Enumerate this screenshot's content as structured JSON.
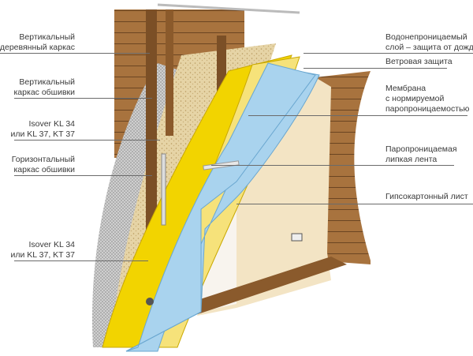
{
  "left_labels": [
    {
      "line1": "Вертикальный",
      "line2": "деревянный каркас"
    },
    {
      "line1": "Вертикальный",
      "line2": "каркас обшивки"
    },
    {
      "line1": "Isover KL 34",
      "line2": "или KL 37, KT 37"
    },
    {
      "line1": "Горизонтальный",
      "line2": "каркас обшивки"
    },
    {
      "line1": "Isover KL 34",
      "line2": "или KL 37, KT 37"
    }
  ],
  "right_labels": [
    {
      "line1": "Водонепроницаемый",
      "line2": "слой – защита от дождя"
    },
    {
      "line1": "Ветровая защита"
    },
    {
      "line1": "Мембрана",
      "line2": "с нормируемой",
      "line3": "паропроницаемостью"
    },
    {
      "line1": "Паропроницаемая",
      "line2": "липкая лента"
    },
    {
      "line1": "Гипсокартонный лист"
    }
  ],
  "colors": {
    "wood": "#9a6a3a",
    "insulation": "#f2d400",
    "membrane": "#a9d3ee",
    "drywall": "#f3e4c4",
    "mesh": "#c8c8c8",
    "sawdust": "#e4d3a8"
  }
}
